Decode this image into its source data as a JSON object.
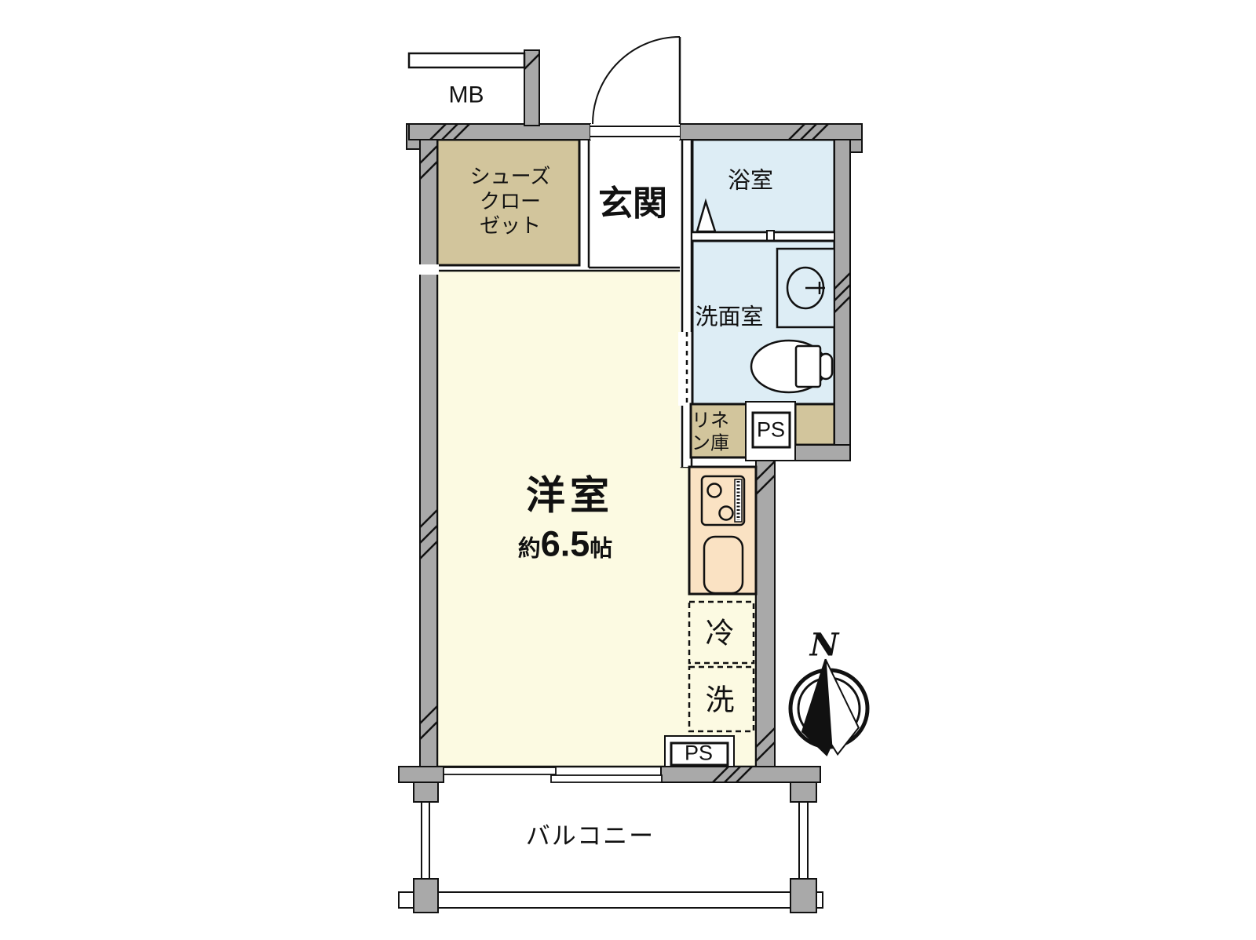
{
  "floor_plan": {
    "rooms": {
      "meter_box": {
        "label": "MB"
      },
      "shoes_closet": {
        "label_lines": [
          "シューズ",
          "クロー",
          "ゼット"
        ]
      },
      "genkan": {
        "label": "玄関"
      },
      "bathroom": {
        "label": "浴室"
      },
      "washroom": {
        "label": "洗面室"
      },
      "linen": {
        "label_lines": [
          "リネ",
          "ン庫"
        ]
      },
      "ps_upper": {
        "label": "PS"
      },
      "western_room": {
        "label": "洋室",
        "size_prefix": "約",
        "size_value": "6.5",
        "size_unit": "帖"
      },
      "refrigerator_space": {
        "label": "冷"
      },
      "washer_space": {
        "label": "洗"
      },
      "ps_lower": {
        "label": "PS"
      },
      "balcony": {
        "label": "バルコニー"
      }
    },
    "compass": {
      "label": "N"
    },
    "colors": {
      "wall": "#a9a9a9",
      "closet_tan": "#d2c59c",
      "water_blue": "#ddedf5",
      "room_cream": "#fcfae2",
      "kitchen_peach": "#fae2c3"
    }
  }
}
